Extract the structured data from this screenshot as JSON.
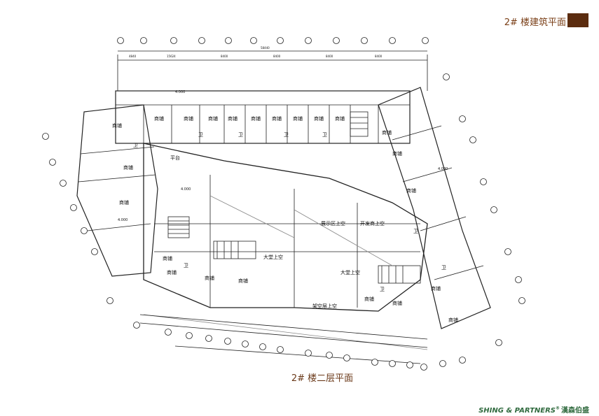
{
  "header": {
    "title": "2# 楼建筑平面",
    "accent_color": "#5b2c0f",
    "title_color": "#7a3f17"
  },
  "plan": {
    "caption": "2# 楼二层平面",
    "room_label": "商铺",
    "wc_label": "卫",
    "terrace_label": "平台",
    "voids": [
      "大堂上空",
      "展示区上空",
      "开发商上空",
      "架空层上空",
      "大堂上空"
    ],
    "elevation": "4.000",
    "top_dims": [
      "4840",
      "15624",
      "8400",
      "8400",
      "8400",
      "8400"
    ],
    "top_total": "58440"
  },
  "brand": {
    "name": "SHING & PARTNERS",
    "mark": "®",
    "chinese": "漢森伯盛",
    "color": "#2f6a3e"
  }
}
